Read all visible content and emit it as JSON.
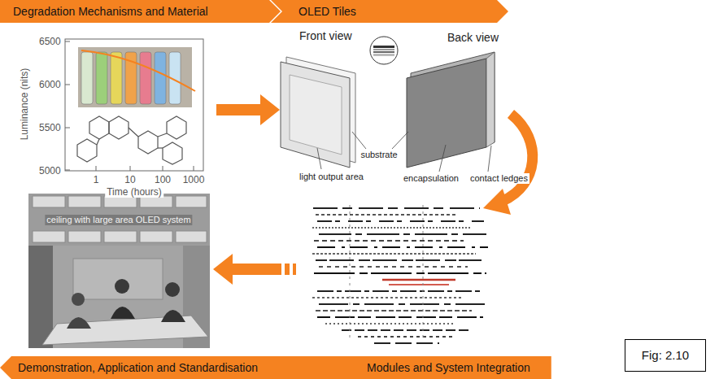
{
  "diagram": {
    "nodes": [
      {
        "text": [
          "Degradation Mechanisms and Material"
        ]
      },
      {
        "text": [
          "OLED Tiles"
        ]
      },
      {
        "text": [
          "Demonstration, Application and Standardisation"
        ]
      },
      {
        "text": [
          "Modules and System Integration"
        ]
      },
      {
        "text": [
          "Fig: 2.10"
        ]
      }
    ],
    "labels": [
      "6500",
      "6000",
      "5500",
      "5000",
      "Luminance (nits)",
      "1",
      "10",
      "100",
      "1000",
      "Time (hours)",
      "Front view",
      "Back view",
      "substrate",
      "light output area",
      "encapsulation",
      "contact ledges",
      "ceiling with large area OLED system"
    ]
  }
}
